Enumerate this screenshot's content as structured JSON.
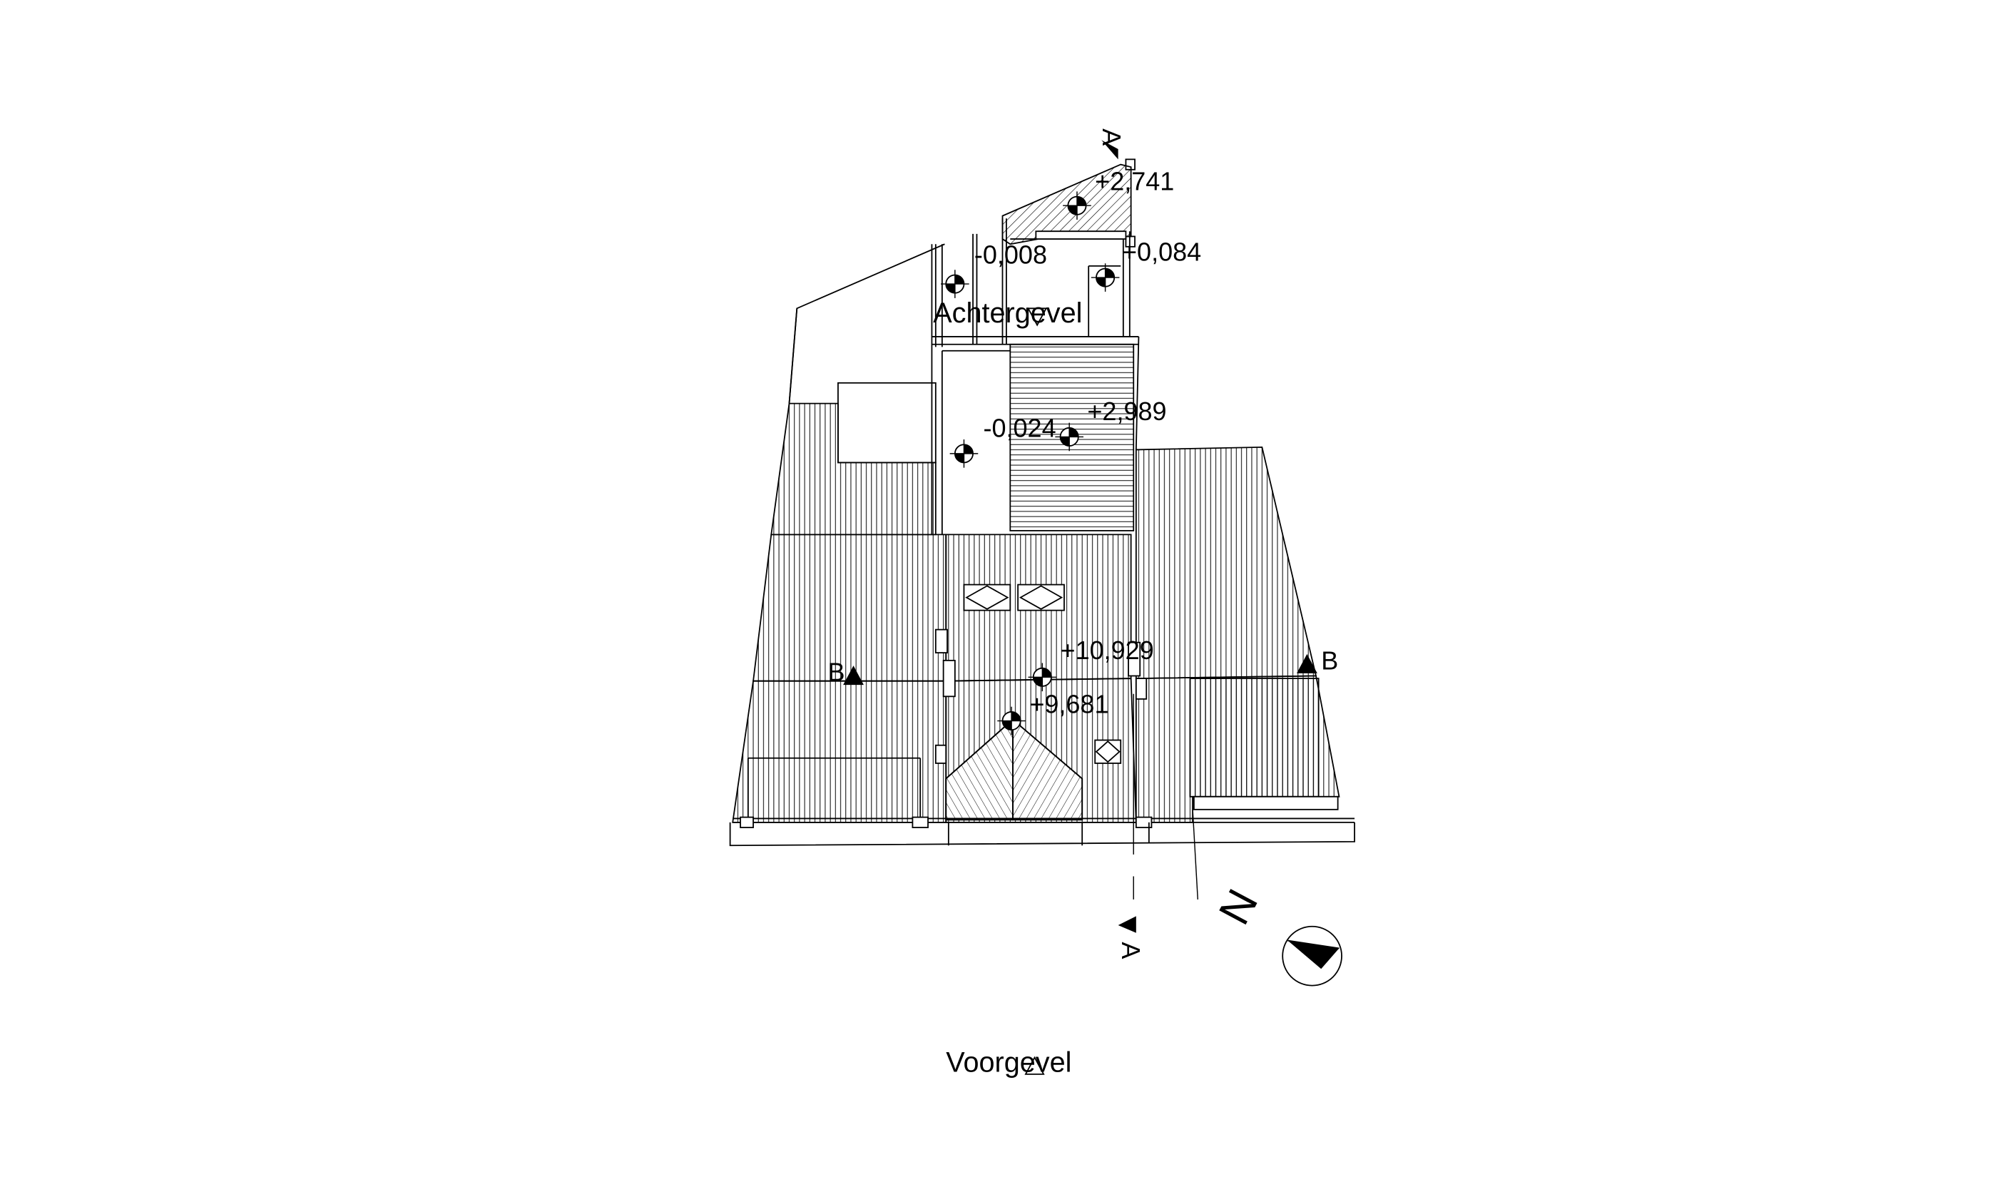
{
  "drawing": {
    "levels": {
      "l1": "+2,741",
      "l2": "+0,084",
      "l3": "-0,008",
      "l4": "-0,024",
      "l5": "+2,989",
      "l6": "+10,929",
      "l7": "+9,681"
    },
    "section_a": "A",
    "section_b": "B",
    "achtergevel": "Achtergevel",
    "voorgevel": "Voorgevel",
    "north": "N"
  }
}
